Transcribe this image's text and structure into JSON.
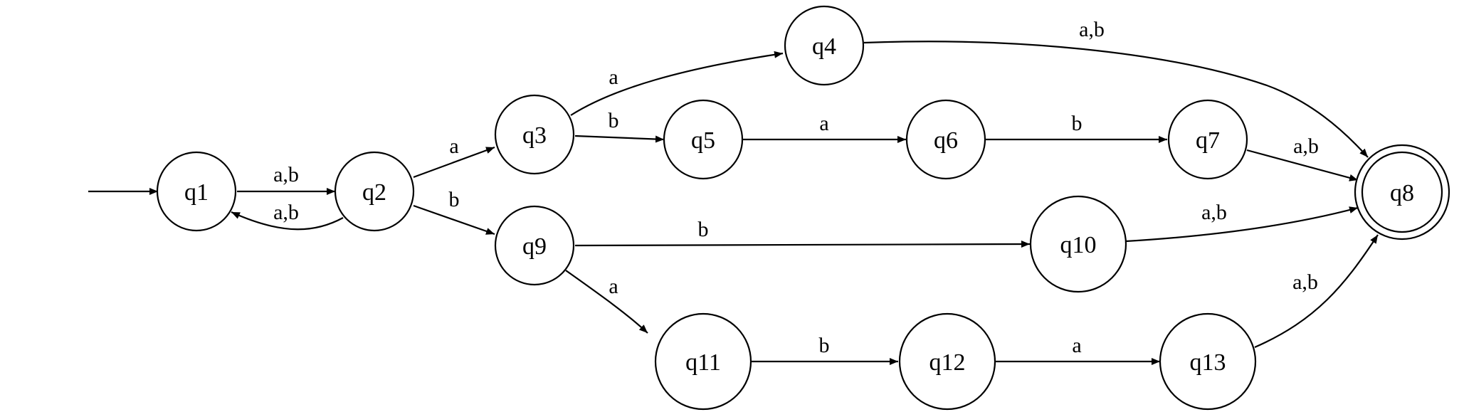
{
  "diagram": {
    "type": "finite-state-automaton",
    "start_state": "q1",
    "accept_states": [
      "q8"
    ],
    "states": [
      "q1",
      "q2",
      "q3",
      "q4",
      "q5",
      "q6",
      "q7",
      "q8",
      "q9",
      "q10",
      "q11",
      "q12",
      "q13"
    ],
    "transitions": [
      {
        "from": "q1",
        "to": "q2",
        "label": "a,b"
      },
      {
        "from": "q2",
        "to": "q1",
        "label": "a,b"
      },
      {
        "from": "q2",
        "to": "q3",
        "label": "a"
      },
      {
        "from": "q2",
        "to": "q9",
        "label": "b"
      },
      {
        "from": "q3",
        "to": "q4",
        "label": "a"
      },
      {
        "from": "q3",
        "to": "q5",
        "label": "b"
      },
      {
        "from": "q4",
        "to": "q8",
        "label": "a,b"
      },
      {
        "from": "q5",
        "to": "q6",
        "label": "a"
      },
      {
        "from": "q6",
        "to": "q7",
        "label": "b"
      },
      {
        "from": "q7",
        "to": "q8",
        "label": "a,b"
      },
      {
        "from": "q9",
        "to": "q10",
        "label": "b"
      },
      {
        "from": "q9",
        "to": "q11",
        "label": "a"
      },
      {
        "from": "q10",
        "to": "q8",
        "label": "a,b"
      },
      {
        "from": "q11",
        "to": "q12",
        "label": "b"
      },
      {
        "from": "q12",
        "to": "q13",
        "label": "a"
      },
      {
        "from": "q13",
        "to": "q8",
        "label": "a,b"
      }
    ]
  }
}
